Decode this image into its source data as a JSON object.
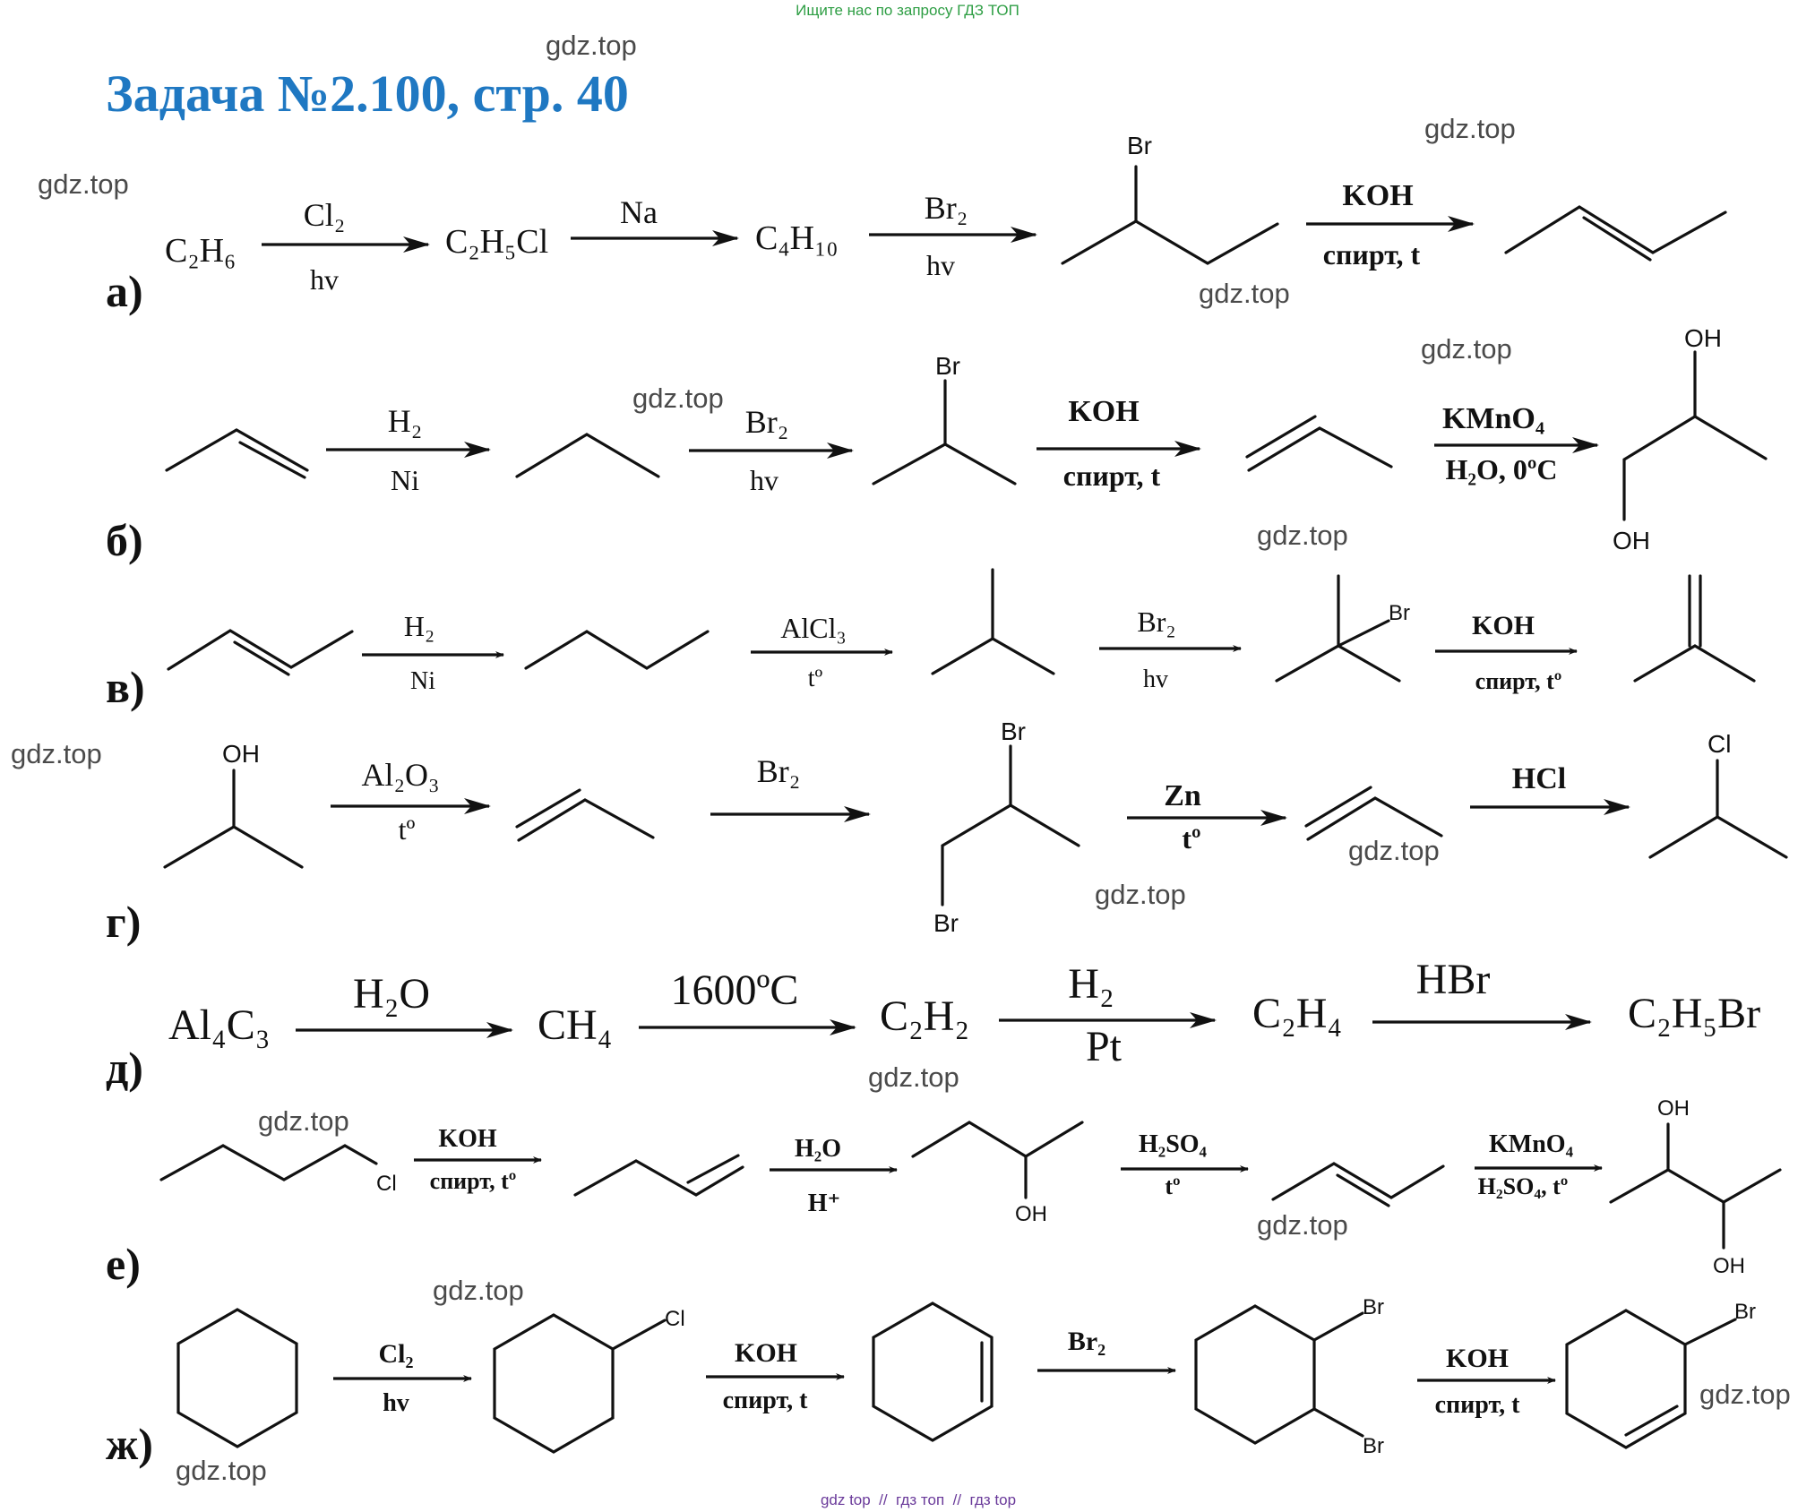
{
  "header": {
    "top_note": "Ищите нас по запросу ГДЗ ТОП",
    "title": "Задача №2.100, стр. 40"
  },
  "footer": {
    "text": "gdz top  //  гдз топ  //  гдз top"
  },
  "watermark_text": "gdz.top",
  "rows": {
    "a": {
      "label": "а)",
      "c2h6": "C₂H₆",
      "arrow1_top": "Cl₂",
      "arrow1_bottom": "hv",
      "c2h5cl": "C₂H₅Cl",
      "arrow2_top": "Na",
      "c4h10": "C₄H₁₀",
      "arrow3_top": "Br₂",
      "arrow3_bottom": "hv",
      "br": "Br",
      "arrow4_top": "KOH",
      "arrow4_bottom": "спирт, t"
    },
    "b": {
      "label": "б)",
      "arrow1_top": "H₂",
      "arrow1_bottom": "Ni",
      "arrow2_top": "Br₂",
      "arrow2_bottom": "hv",
      "br": "Br",
      "arrow3_top": "KOH",
      "arrow3_bottom": "спирт, t",
      "arrow4_top": "KMnO₄",
      "arrow4_bottom": "H₂O, 0ºC",
      "oh_top": "OH",
      "oh_bottom": "OH"
    },
    "v": {
      "label": "в)",
      "arrow1_top": "H₂",
      "arrow1_bottom": "Ni",
      "arrow2_top": "AlCl₃",
      "arrow2_bottom": "tº",
      "arrow3_top": "Br₂",
      "arrow3_bottom": "hv",
      "br": "Br",
      "arrow4_top": "KOH",
      "arrow4_bottom": "спирт, tº"
    },
    "g": {
      "label": "г)",
      "oh": "OH",
      "arrow1_top": "Al₂O₃",
      "arrow1_bottom": "tº",
      "arrow2_top": "Br₂",
      "br_top": "Br",
      "br_bottom": "Br",
      "arrow3_top": "Zn",
      "arrow3_bottom": "tº",
      "arrow4_top": "HCl",
      "cl": "Cl"
    },
    "d": {
      "label": "д)",
      "al4c3": "Al₄C₃",
      "arrow1_top": "H₂O",
      "ch4": "CH₄",
      "arrow2_top": "1600ºC",
      "c2h2": "C₂H₂",
      "arrow3_top": "H₂",
      "arrow3_bottom": "Pt",
      "c2h4": "C₂H₄",
      "arrow4_top": "HBr",
      "c2h5br": "C₂H₅Br"
    },
    "e": {
      "label": "е)",
      "cl": "Cl",
      "arrow1_top": "KOH",
      "arrow1_bottom": "спирт, tº",
      "arrow2_top": "H₂O",
      "arrow2_bottom": "H⁺",
      "oh": "OH",
      "arrow3_top": "H₂SO₄",
      "arrow3_bottom": "tº",
      "arrow4_top": "KMnO₄",
      "arrow4_bottom": "H₂SO₄, tº",
      "oh_top": "OH",
      "oh_bottom": "OH"
    },
    "zh": {
      "label": "ж)",
      "arrow1_top": "Cl₂",
      "arrow1_bottom": "hv",
      "cl": "Cl",
      "arrow2_top": "KOH",
      "arrow2_bottom": "спирт, t",
      "arrow3_top": "Br₂",
      "br_top": "Br",
      "br_bottom": "Br",
      "arrow4_top": "KOH",
      "arrow4_bottom": "спирт, t",
      "br": "Br"
    }
  }
}
